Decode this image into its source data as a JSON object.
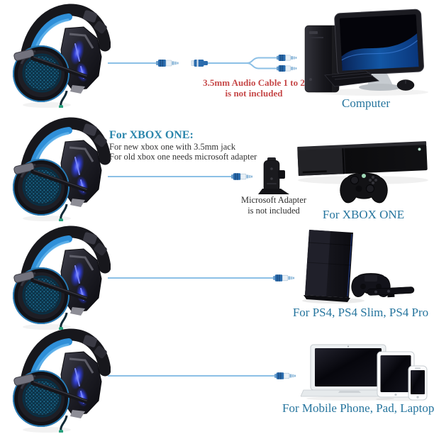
{
  "rows": {
    "computer": {
      "note_line1": "3.5mm Audio Cable 1 to 2",
      "note_line2": "is not included",
      "device_label": "Computer"
    },
    "xbox": {
      "heading": "For XBOX ONE:",
      "sub_line1": "For new xbox one with 3.5mm jack",
      "sub_line2": "For old xbox one needs microsoft adapter",
      "adapter_note_line1": "Microsoft Adapter",
      "adapter_note_line2": "is not included",
      "device_label": "For XBOX ONE"
    },
    "ps4": {
      "device_label": "For PS4, PS4 Slim, PS4 Pro"
    },
    "mobile": {
      "device_label": "For Mobile Phone, Pad, Laptop"
    }
  },
  "colors": {
    "label_blue": "#26759e",
    "heading_blue": "#2b86ac",
    "note_red": "#c64848",
    "text_dark": "#333333",
    "cable_light_blue": "#8cc0e6",
    "plug_blue": "#2a6cae",
    "headset_accent_blue": "#2f8fd8",
    "led_blue": "#3545ef"
  },
  "illustrations": {
    "headset": "gaming-headset-icon",
    "plug": "audio-plug-3-5mm-icon",
    "splitter": "audio-splitter-1-to-2-icon",
    "adapter": "microsoft-adapter-icon",
    "computer": "desktop-computer-icon",
    "xbox": "xbox-one-console-controller-icon",
    "ps4": "ps4-console-controller-camera-icon",
    "mobile": "laptop-tablet-phone-icon"
  }
}
